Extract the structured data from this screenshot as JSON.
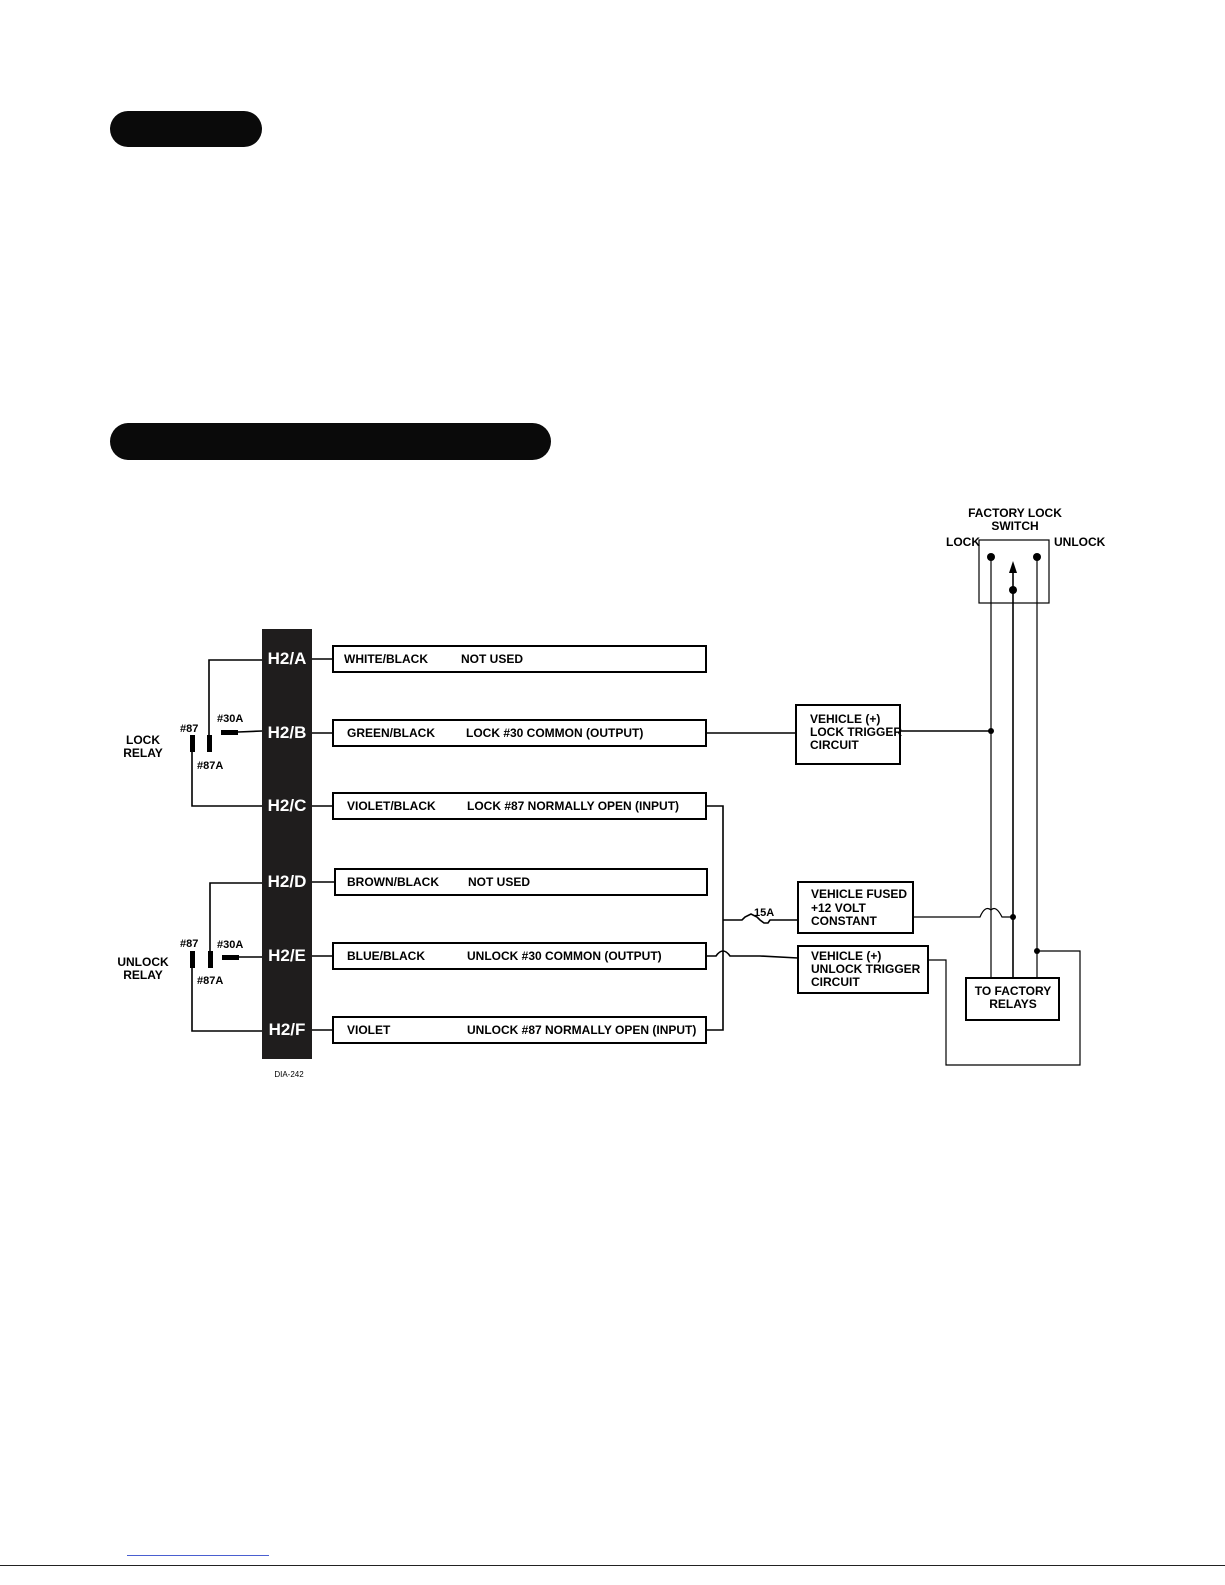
{
  "connector": {
    "pins": [
      {
        "id": "H2/A",
        "color": "WHITE/BLACK",
        "function": "NOT USED"
      },
      {
        "id": "H2/B",
        "color": "GREEN/BLACK",
        "function": "LOCK #30 COMMON (OUTPUT)"
      },
      {
        "id": "H2/C",
        "color": "VIOLET/BLACK",
        "function": "LOCK #87 NORMALLY OPEN (INPUT)"
      },
      {
        "id": "H2/D",
        "color": "BROWN/BLACK",
        "function": "NOT USED"
      },
      {
        "id": "H2/E",
        "color": "BLUE/BLACK",
        "function": "UNLOCK #30 COMMON (OUTPUT)"
      },
      {
        "id": "H2/F",
        "color": "VIOLET",
        "function": "UNLOCK #87 NORMALLY OPEN (INPUT)"
      }
    ]
  },
  "relays": {
    "lock": {
      "name_line1": "LOCK",
      "name_line2": "RELAY",
      "t87": "#87",
      "t30a": "#30A",
      "t87a": "#87A"
    },
    "unlock": {
      "name_line1": "UNLOCK",
      "name_line2": "RELAY",
      "t87": "#87",
      "t30a": "#30A",
      "t87a": "#87A"
    }
  },
  "fuse": {
    "rating": "15A"
  },
  "boxes": {
    "lock_trigger": [
      "VEHICLE (+)",
      "LOCK TRIGGER",
      "CIRCUIT"
    ],
    "fused_constant": [
      "VEHICLE FUSED",
      "+12 VOLT",
      "CONSTANT"
    ],
    "unlock_trigger": [
      "VEHICLE (+)",
      "UNLOCK TRIGGER",
      "CIRCUIT"
    ],
    "factory_relays": [
      "TO FACTORY",
      "RELAYS"
    ]
  },
  "factory_switch": {
    "title_line1": "FACTORY LOCK",
    "title_line2": "SWITCH",
    "lock_label": "LOCK",
    "unlock_label": "UNLOCK"
  },
  "diagram_code": "DIA-242",
  "colors": {
    "ink": "#000000",
    "header_fill": "#0a0a0a",
    "footer_link": "#4a5fd0"
  }
}
